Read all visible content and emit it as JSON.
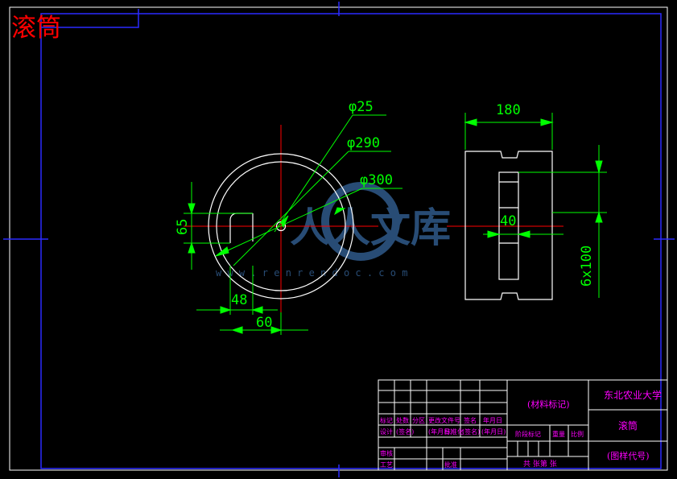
{
  "drawing": {
    "title_cn": "滚筒",
    "watermark": {
      "brand": "人人文库",
      "url": "w w w . r e n r e n d o c . c o m"
    }
  },
  "dimensions": {
    "phi25": "φ25",
    "phi290": "φ290",
    "phi300": "φ300",
    "d65": "65",
    "d48": "48",
    "d60": "60",
    "d180": "180",
    "d40": "40",
    "d6x100": "6x100"
  },
  "title_block": {
    "university": "东北农业大学",
    "part_name": "滚筒",
    "material": "(材料标记)",
    "drawing_no": "(图样代号)",
    "row_labels": [
      "标记",
      "处数",
      "分区",
      "更改文件号",
      "签名",
      "年月日"
    ],
    "design_row": [
      "设计",
      "(签名)",
      "(年月日)",
      "标准化",
      "(签名)",
      "(年月日)"
    ],
    "stage_label": "阶段标记",
    "weight_label": "重量",
    "scale_label": "比例",
    "review_label": "审核",
    "process_label": "工艺",
    "approve_label": "批准",
    "sheets_label": "共  张第  张"
  },
  "colors": {
    "background": "#000000",
    "frame": "#0000ff",
    "outline": "#ffffff",
    "dimension": "#00ff00",
    "center": "#ff0000",
    "title_text": "#ff0000",
    "tb_text": "#ff00ff"
  }
}
